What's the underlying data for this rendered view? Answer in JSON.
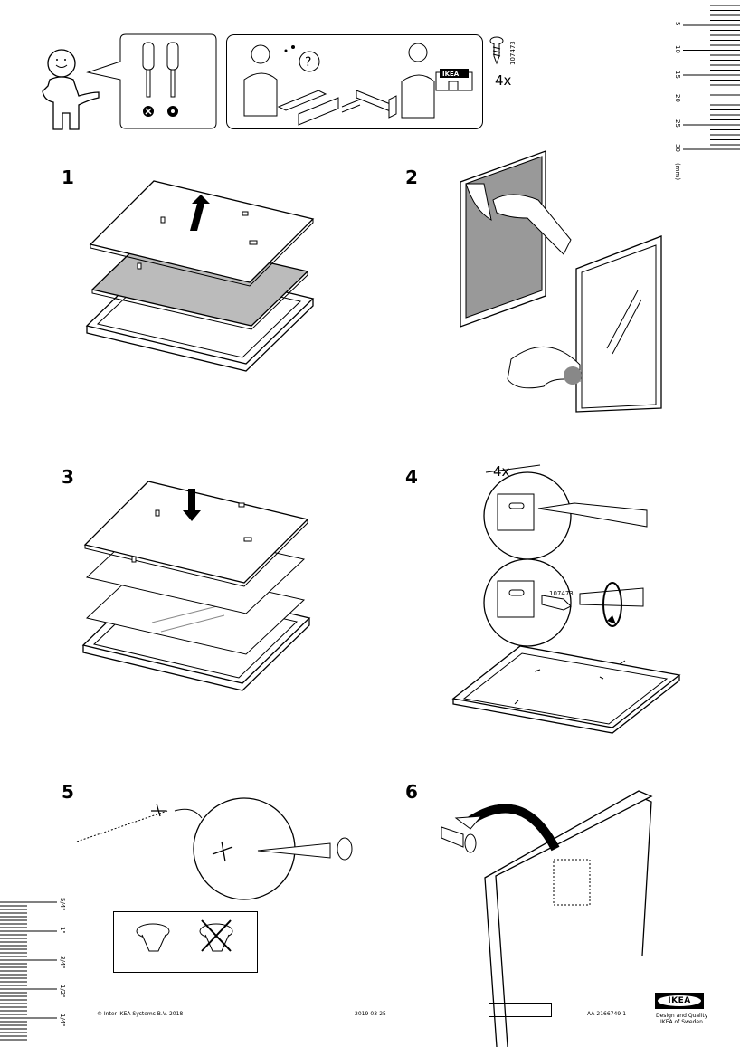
{
  "tools": {
    "part_number": "107473",
    "quantity": "4x"
  },
  "steps": [
    {
      "number": "1"
    },
    {
      "number": "2"
    },
    {
      "number": "3"
    },
    {
      "number": "4",
      "quantity": "4x",
      "part_number": "107473"
    },
    {
      "number": "5"
    },
    {
      "number": "6"
    }
  ],
  "ruler_mm": {
    "unit": "(mm)",
    "labels": [
      "5",
      "10",
      "15",
      "20",
      "25",
      "30"
    ]
  },
  "ruler_in": {
    "labels": [
      "5/4\"",
      "1\"",
      "3/4\"",
      "1/2\"",
      "1/4\""
    ]
  },
  "footer": {
    "copyright": "© Inter IKEA Systems B.V. 2018",
    "date": "2019-03-25",
    "doc_id": "AA-2166749-1",
    "brand": "IKEA",
    "tagline_1": "Design and Quality",
    "tagline_2": "IKEA of Sweden"
  }
}
